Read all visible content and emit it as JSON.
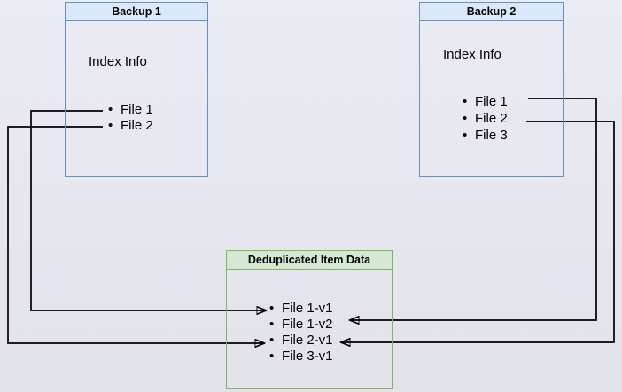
{
  "page": {
    "background": "#e6e6ef"
  },
  "glyphs": {
    "bullet": "•"
  },
  "colors": {
    "blue_box_fill": "#dae8fc",
    "blue_box_stroke": "#6c8ebf",
    "green_box_fill": "#d5e8d4",
    "green_box_stroke": "#82b366",
    "connector": "#000000",
    "text": "#000000"
  },
  "boxes": {
    "backup1": {
      "title": "Backup 1",
      "subtitle": "Index Info",
      "files": [
        "File 1",
        "File 2"
      ]
    },
    "backup2": {
      "title": "Backup 2",
      "subtitle": "Index Info",
      "files": [
        "File 1",
        "File 2",
        "File 3"
      ]
    },
    "dedup": {
      "title": "Deduplicated Item Data",
      "items": [
        "File 1-v1",
        "File 1-v2",
        "File 2-v1",
        "File 3-v1"
      ]
    }
  },
  "connections": [
    {
      "from": "Backup 1 / File 1",
      "to": "File 1-v1"
    },
    {
      "from": "Backup 1 / File 2",
      "to": "File 2-v1"
    },
    {
      "from": "Backup 2 / File 1",
      "to": "File 1-v2"
    },
    {
      "from": "Backup 2 / File 2",
      "to": "File 2-v1"
    }
  ]
}
